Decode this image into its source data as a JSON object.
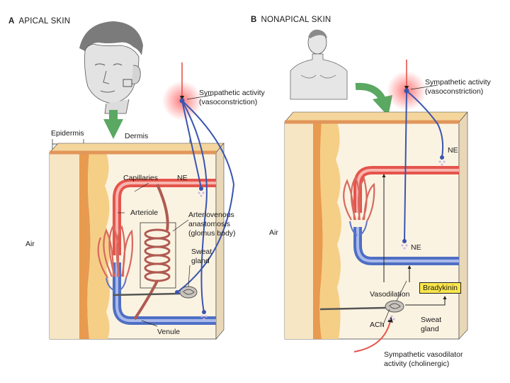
{
  "panel_a": {
    "letter": "A",
    "title": "APICAL SKIN",
    "labels": {
      "epidermis": "Epidermis",
      "dermis": "Dermis",
      "capillaries": "Capillaries",
      "ne": "NE",
      "arteriole": "Arteriole",
      "ava_line1": "Arteriovenous",
      "ava_line2": "anastomosis",
      "ava_line3": "(glomus body)",
      "sweat_line1": "Sweat",
      "sweat_line2": "gland",
      "air": "Air",
      "venule": "Venule",
      "symp_line1": "Sympathetic activity",
      "symp_line2": "(vasoconstriction)"
    }
  },
  "panel_b": {
    "letter": "B",
    "title": "NONAPICAL SKIN",
    "labels": {
      "symp_line1": "Sympathetic activity",
      "symp_line2": "(vasoconstriction)",
      "ne_top": "NE",
      "air": "Air",
      "ne_mid": "NE",
      "vasodilation": "Vasodilation",
      "bradykinin": "Bradykinin",
      "sweat_line1": "Sweat",
      "sweat_line2": "gland",
      "ach": "ACh",
      "svd_line1": "Sympathetic vasodilator",
      "svd_line2": "activity (cholinergic)"
    }
  },
  "colors": {
    "artery": "#e5544b",
    "vein": "#4f6fc4",
    "nerve": "#3a55b0",
    "epidermis": "#f2c98c",
    "dermis": "#f8ecd0",
    "arrow": "#5aa862",
    "highlight": "#fbe64c"
  }
}
